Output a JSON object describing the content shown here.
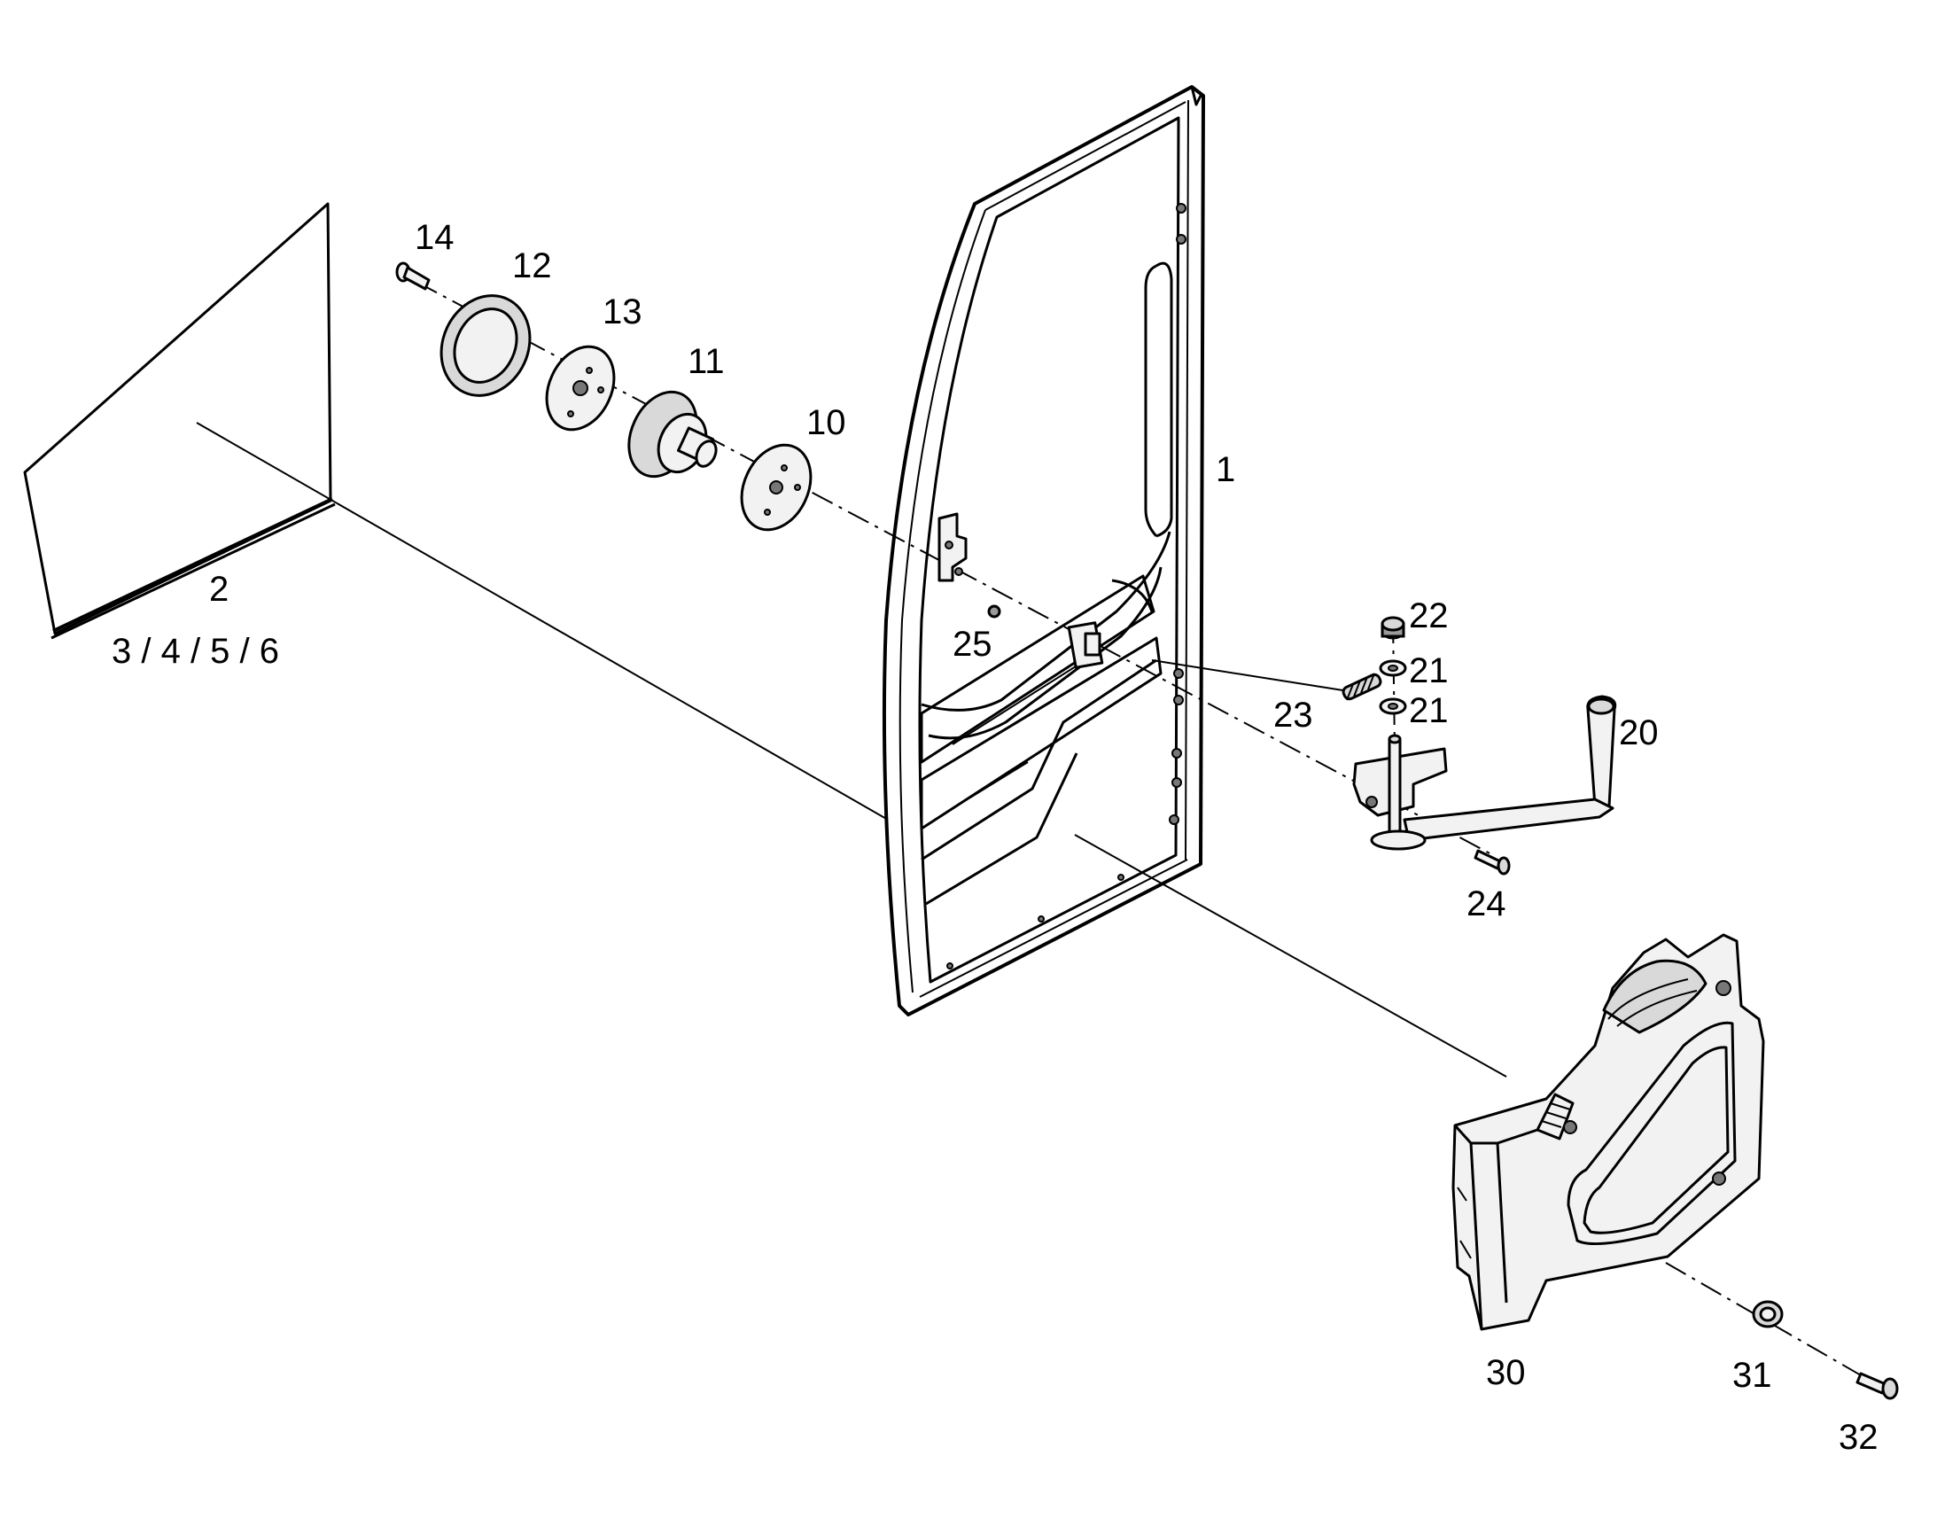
{
  "diagram": {
    "labels": {
      "l1": "1",
      "l2": "2",
      "l3456": "3 / 4 / 5 / 6",
      "l10": "10",
      "l11": "11",
      "l12": "12",
      "l13": "13",
      "l14": "14",
      "l20": "20",
      "l21a": "21",
      "l21b": "21",
      "l22": "22",
      "l23": "23",
      "l24": "24",
      "l25": "25",
      "l30": "30",
      "l31": "31",
      "l32": "32"
    }
  }
}
